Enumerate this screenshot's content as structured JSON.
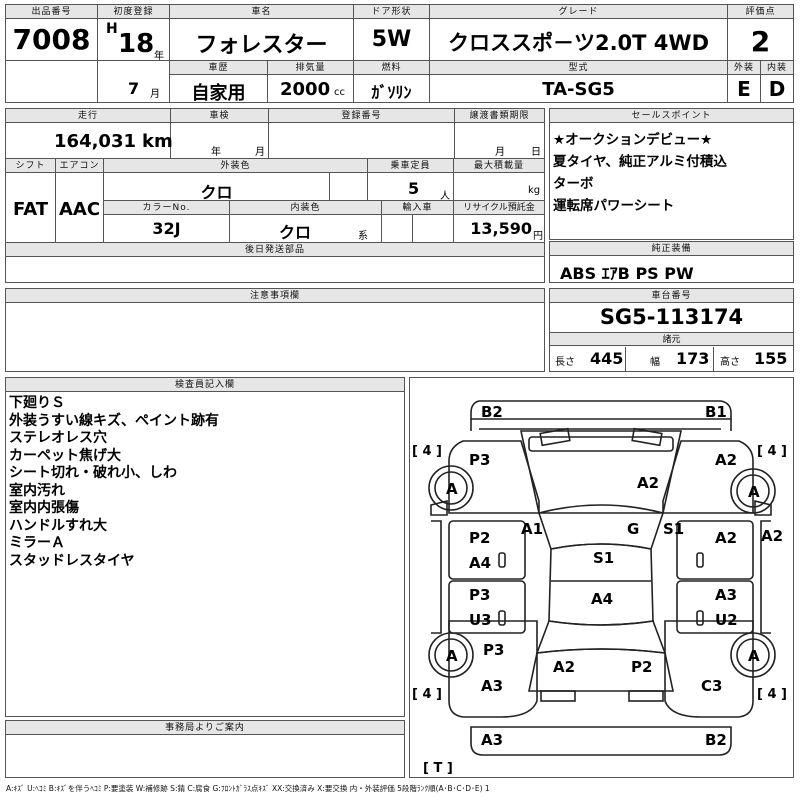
{
  "top": {
    "labels": {
      "lot_number": "出品番号",
      "first_registration": "初度登録",
      "car_name": "車名",
      "door_type": "ドア形状",
      "grade": "グレード",
      "score": "評価点",
      "year_suffix": "年",
      "history": "車歴",
      "displacement": "排気量",
      "fuel": "燃料",
      "model_code": "型式",
      "exterior": "外装",
      "interior": "内装",
      "month_suffix": "月",
      "cc_unit": "cc"
    },
    "lot_number": "7008",
    "era": "H",
    "year": "18",
    "month": "7",
    "car_name": "フォレスター",
    "door_type": "5W",
    "grade": "クロススポ－ツ2.0T 4WD",
    "score": "2",
    "history": "自家用",
    "displacement": "2000",
    "fuel": "ｶﾞｿﾘﾝ",
    "model_code": "TA-SG5",
    "exterior_grade": "E",
    "interior_grade": "D"
  },
  "info": {
    "labels": {
      "mileage": "走行",
      "inspection": "車検",
      "registration_number": "登録番号",
      "transfer_deadline": "譲渡書類期限",
      "shift": "シフト",
      "aircon": "エアコン",
      "exterior_color": "外装色",
      "capacity": "乗車定員",
      "max_load": "最大積載量",
      "color_no": "カラーNo.",
      "interior_color": "内装色",
      "import": "輸入車",
      "recycle": "リサイクル預託金",
      "later_parts": "後日発送部品",
      "year_unit": "年",
      "month_unit": "月",
      "day_unit": "日",
      "km_unit": "km",
      "person_unit": "人",
      "kg_unit": "kg",
      "yen_unit": "円",
      "series_unit": "系"
    },
    "mileage": "164,031",
    "shift": "FAT",
    "aircon": "AAC",
    "exterior_color": "クロ",
    "capacity": "5",
    "color_no": "32J",
    "interior_color": "クロ",
    "recycle": "13,590"
  },
  "sales_points": {
    "label": "セールスポイント",
    "items": [
      "★オークションデビュー★",
      "夏タイヤ、純正アルミ付積込",
      "ターボ",
      "運転席パワーシート"
    ]
  },
  "genuine": {
    "label": "純正装備",
    "value": "ABS ｴｱB PS PW"
  },
  "notes": {
    "label": "注意事項欄"
  },
  "chassis": {
    "label": "車台番号",
    "number": "SG5-113174",
    "spec_label": "諸元",
    "length_label": "長さ",
    "length": "445",
    "width_label": "幅",
    "width": "173",
    "height_label": "高さ",
    "height": "155"
  },
  "inspector": {
    "label": "検査員記入欄",
    "items": [
      "下廻りＳ",
      "外装うすい線キズ、ペイント跡有",
      "ステレオレス穴",
      "カーペット焦げ大",
      "シート切れ・破れ小、しわ",
      "室内汚れ",
      "室内内張傷",
      "ハンドルすれ大",
      "ミラーＡ",
      "スタッドレスタイヤ"
    ]
  },
  "office": {
    "label": "事務局よりご案内"
  },
  "diagram": {
    "marks": {
      "b2_top": "B2",
      "b1_top": "B1",
      "p3_fl": "P3",
      "a2_fr": "A2",
      "a2_hood": "A2",
      "a1": "A1",
      "g": "G",
      "s1_right": "S1",
      "a2_right_edge": "A2",
      "p2_left": "P2",
      "a4_left": "A4",
      "s1_roof": "S1",
      "a2_rdoor": "A2",
      "a4_roof": "A4",
      "p3_rear_left": "P3",
      "u3": "U3",
      "a3_rdoor": "A3",
      "u2": "U2",
      "p3_lq": "P3",
      "a2_trunk": "A2",
      "p2_trunk": "P2",
      "a3_lr": "A3",
      "c3": "C3",
      "a3_bottom": "A3",
      "b2_bottom": "B2",
      "tire_fl": "A",
      "tire_fr": "A",
      "tire_rl": "A",
      "tire_rr": "A"
    },
    "tire_depths": {
      "front_left": "[ 4 ]",
      "front_right": "[ 4 ]",
      "rear_left": "[ 4 ]",
      "rear_right": "[ 4 ]",
      "spare": "[ T ]"
    }
  },
  "legend": "A:ｷｽﾞ U:ﾍｺﾐ B:ｷｽﾞを伴うﾍｺﾐ P:要塗装 W:補修跡 S:錆 C:腐食 G:ﾌﾛﾝﾄｶﾞﾗｽ点ｷｽﾞ XX:交換済み X:要交換 内・外装評価 5段階ﾗﾝｸ順(A･B･C･D･E) 1"
}
